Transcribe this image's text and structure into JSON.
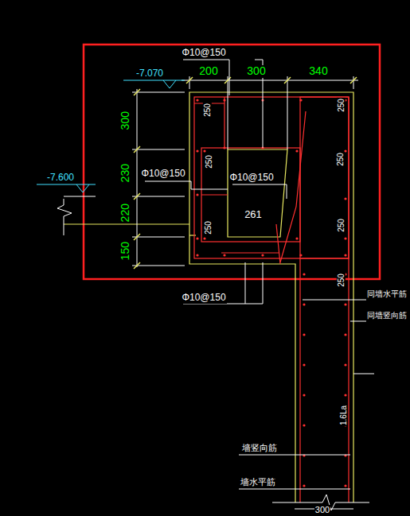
{
  "diagram": {
    "labels": [
      "Φ10@150",
      "-7.070",
      "200",
      "300",
      "340",
      "300",
      "230",
      "220",
      "150",
      "Φ10@150",
      "Φ10@150",
      "-7.600",
      "261",
      "Φ10@150",
      "250",
      "250",
      "250",
      "250",
      "250",
      "250",
      "250",
      "同墙水平筋",
      "同墙竖向筋",
      "1.6La",
      "墙竖向筋",
      "墙水平筋",
      "300"
    ]
  }
}
